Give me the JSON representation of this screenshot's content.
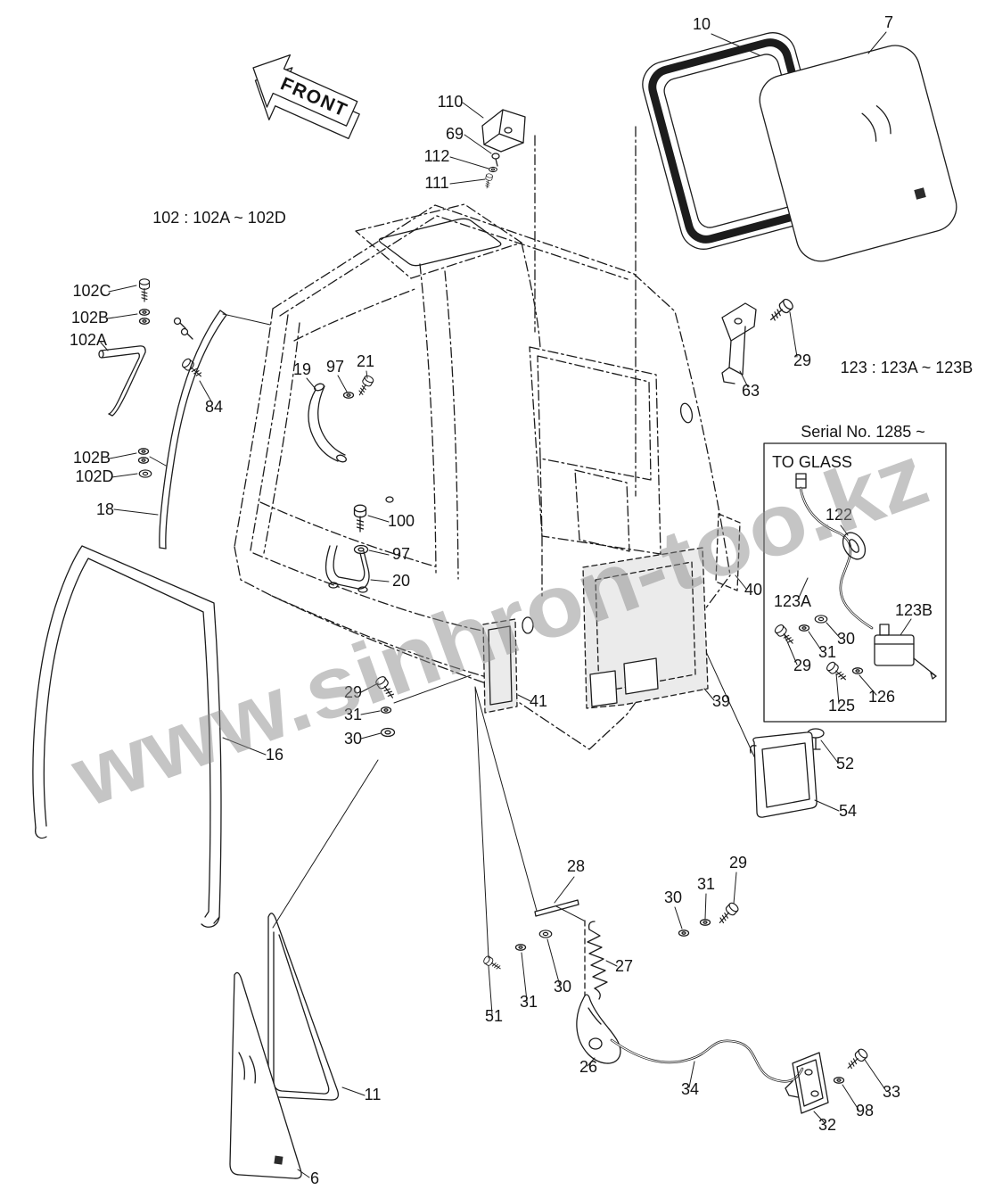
{
  "diagram": {
    "front_arrow": "FRONT",
    "watermark": "www.sinhron-too.kz",
    "notes": {
      "group_102": "102 : 102A ~ 102D",
      "group_123": "123 : 123A ~ 123B",
      "serial": "Serial No. 1285 ~",
      "to_glass": "TO GLASS"
    },
    "colors": {
      "line": "#1c1c1c",
      "watermark": "#8d8d8d",
      "panel_fill": "#ebebeb",
      "glass_mark": "#2b2b2b"
    },
    "labels": [
      {
        "id": "10",
        "text": "10"
      },
      {
        "id": "7",
        "text": "7"
      },
      {
        "id": "110",
        "text": "110"
      },
      {
        "id": "69",
        "text": "69"
      },
      {
        "id": "112",
        "text": "112"
      },
      {
        "id": "111",
        "text": "111"
      },
      {
        "id": "102C",
        "text": "102C"
      },
      {
        "id": "102B-top",
        "text": "102B"
      },
      {
        "id": "102A",
        "text": "102A"
      },
      {
        "id": "84",
        "text": "84"
      },
      {
        "id": "19",
        "text": "19"
      },
      {
        "id": "97-handle",
        "text": "97"
      },
      {
        "id": "21",
        "text": "21"
      },
      {
        "id": "29-hinge",
        "text": "29"
      },
      {
        "id": "63",
        "text": "63"
      },
      {
        "id": "122",
        "text": "122"
      },
      {
        "id": "102B-mid",
        "text": "102B"
      },
      {
        "id": "102D",
        "text": "102D"
      },
      {
        "id": "18",
        "text": "18"
      },
      {
        "id": "100",
        "text": "100"
      },
      {
        "id": "97-floor",
        "text": "97"
      },
      {
        "id": "20",
        "text": "20"
      },
      {
        "id": "40",
        "text": "40"
      },
      {
        "id": "123A",
        "text": "123A"
      },
      {
        "id": "30-box",
        "text": "30"
      },
      {
        "id": "31-box",
        "text": "31"
      },
      {
        "id": "29-box",
        "text": "29"
      },
      {
        "id": "123B",
        "text": "123B"
      },
      {
        "id": "126",
        "text": "126"
      },
      {
        "id": "125",
        "text": "125"
      },
      {
        "id": "29-side",
        "text": "29"
      },
      {
        "id": "31-side",
        "text": "31"
      },
      {
        "id": "30-side",
        "text": "30"
      },
      {
        "id": "41",
        "text": "41"
      },
      {
        "id": "39",
        "text": "39"
      },
      {
        "id": "16",
        "text": "16"
      },
      {
        "id": "52",
        "text": "52"
      },
      {
        "id": "54",
        "text": "54"
      },
      {
        "id": "28",
        "text": "28"
      },
      {
        "id": "30-latch-right",
        "text": "30"
      },
      {
        "id": "31-latch-right",
        "text": "31"
      },
      {
        "id": "29-latch-right",
        "text": "29"
      },
      {
        "id": "27",
        "text": "27"
      },
      {
        "id": "30-latch-left",
        "text": "30"
      },
      {
        "id": "31-latch-left",
        "text": "31"
      },
      {
        "id": "51",
        "text": "51"
      },
      {
        "id": "26",
        "text": "26"
      },
      {
        "id": "34",
        "text": "34"
      },
      {
        "id": "11",
        "text": "11"
      },
      {
        "id": "32",
        "text": "32"
      },
      {
        "id": "98",
        "text": "98"
      },
      {
        "id": "33",
        "text": "33"
      },
      {
        "id": "6",
        "text": "6"
      }
    ]
  }
}
